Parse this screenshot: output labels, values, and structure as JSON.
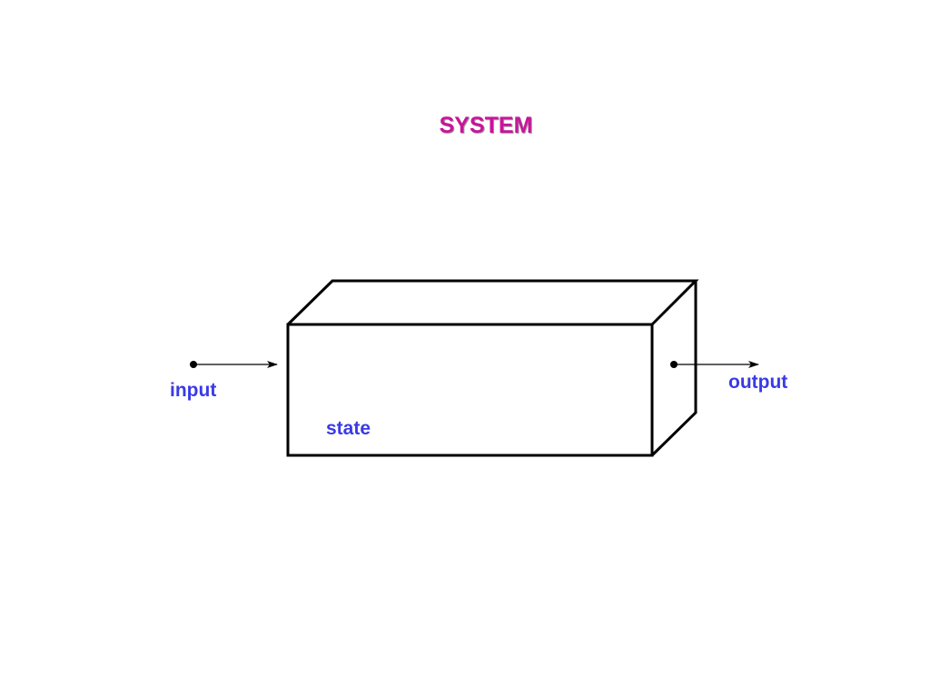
{
  "diagram": {
    "title": "SYSTEM",
    "labels": {
      "input": "input",
      "output": "output",
      "state": "state"
    }
  },
  "colors": {
    "title": "#c8159a",
    "labels": "#3a3ae6",
    "stroke": "#000000"
  }
}
